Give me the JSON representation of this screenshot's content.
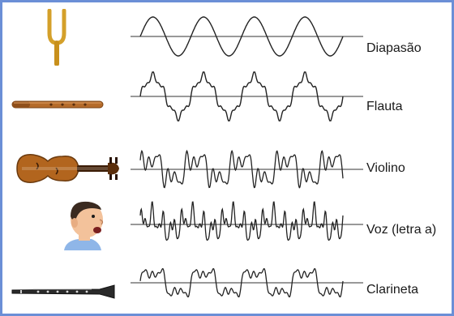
{
  "instruments": [
    {
      "label": "Diapasão",
      "icon": "tuning-fork-icon",
      "waveform": "pure-sine",
      "color": "#d4a02a"
    },
    {
      "label": "Flauta",
      "icon": "flute-icon",
      "waveform": "sine-with-small-ripples",
      "color": "#b56b2a"
    },
    {
      "label": "Violino",
      "icon": "violin-icon",
      "waveform": "sharp-spiky-complex",
      "color": "#b2651e"
    },
    {
      "label": "Voz (letra a)",
      "icon": "singing-person-icon",
      "waveform": "irregular-complex",
      "color": "#f3c29b"
    },
    {
      "label": "Clarineta",
      "icon": "clarinet-icon",
      "waveform": "square-like-complex",
      "color": "#2a2a2a"
    }
  ],
  "colors": {
    "border": "#6b8fd6",
    "waveform": "#222222",
    "axis": "#333333"
  }
}
